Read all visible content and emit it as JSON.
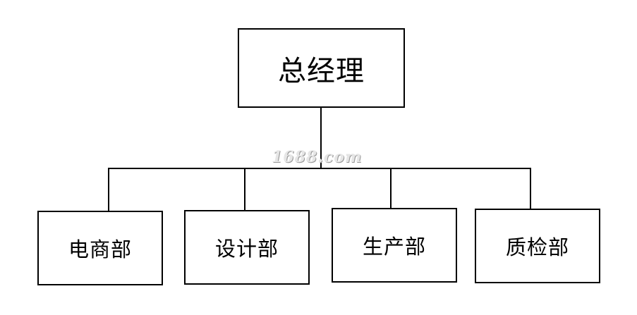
{
  "org_chart": {
    "root": {
      "label": "总经理"
    },
    "children": [
      {
        "label": "电商部"
      },
      {
        "label": "设计部"
      },
      {
        "label": "生产部"
      },
      {
        "label": "质检部"
      }
    ]
  },
  "watermark": {
    "text": "1688.com"
  }
}
